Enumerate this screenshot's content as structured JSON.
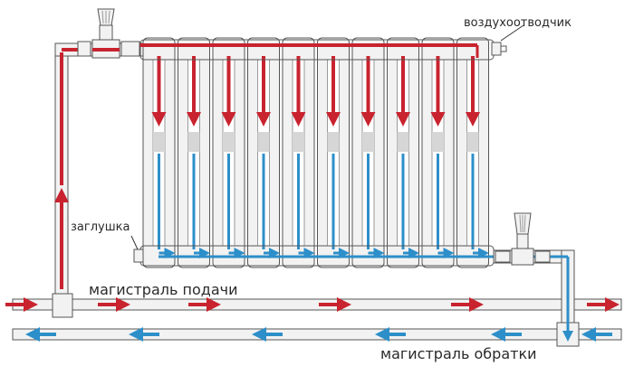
{
  "labels": {
    "air_vent": "воздухоотводчик",
    "end_cap": "заглушка",
    "supply_main": "магистраль подачи",
    "return_main": "магистраль обратки"
  },
  "colors": {
    "hot": "#c8232f",
    "cold": "#2d8fc9",
    "outline": "#555555",
    "fill": "#f2f2f2",
    "gray_band": "#d6d6d6"
  },
  "icons": [
    "valve-icon",
    "air-vent-icon",
    "end-cap-icon",
    "flow-arrow-icon"
  ]
}
